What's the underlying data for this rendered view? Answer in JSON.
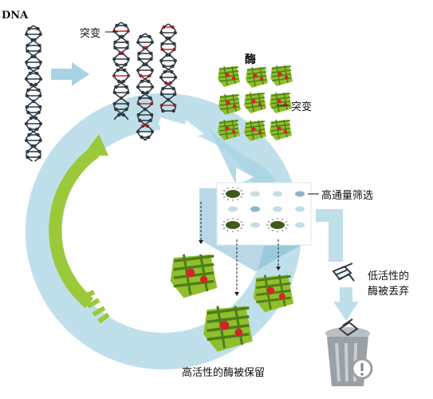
{
  "labels": {
    "dna": "DNA",
    "mutation_top": "突变",
    "enzyme": "酶",
    "mutation_enzyme": "突变",
    "screening": "高通量筛选",
    "low_activity_line1": "低活性的",
    "low_activity_line2": "酶被丢弃",
    "high_activity": "高活性的酶被保留"
  },
  "colors": {
    "dna_dark": "#2f3a44",
    "mutation_red": "#d8232a",
    "cycle_blue": "#bfe0ea",
    "arrow_blue": "#a9d3e3",
    "screen_blue": "#7fb8cf",
    "enzyme_green": "#8fbf2a",
    "enzyme_dark_green": "#4e7d1a",
    "cycle_arrow_green": "#9cc93a",
    "trash_gray": "#9aa0a6"
  },
  "icons": {
    "trash": "trash-bin-icon",
    "discard_arrow": "arrow-down-icon"
  }
}
